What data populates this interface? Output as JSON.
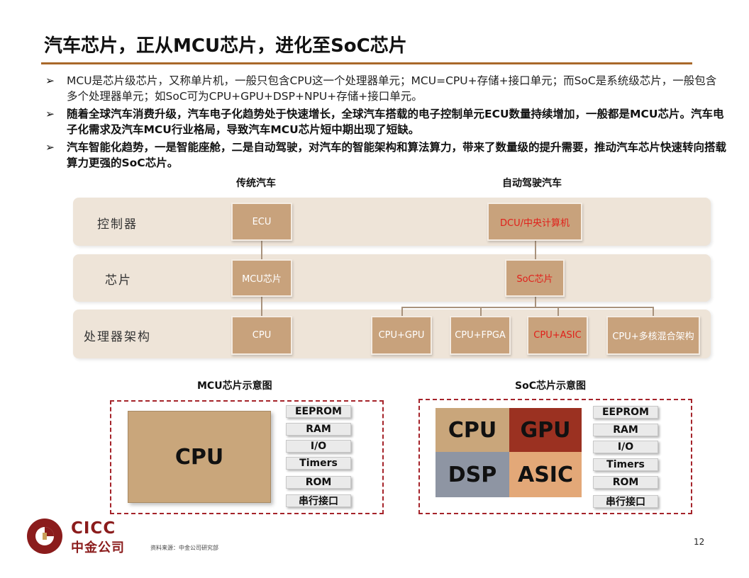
{
  "title": "汽车芯片，正从MCU芯片，进化至SoC芯片",
  "bullets": [
    {
      "arrow": "➢",
      "text": "MCU是芯片级芯片，又称单片机，一般只包含CPU这一个处理器单元；MCU=CPU+存储+接口单元；而SoC是系统级芯片，一般包含多个处理器单元；如SoC可为CPU+GPU+DSP+NPU+存储+接口单元。"
    },
    {
      "arrow": "➢",
      "text": "随着全球汽车消费升级，汽车电子化趋势处于快速增长，全球汽车搭载的电子控制单元ECU数量持续增加，一般都是MCU芯片。汽车电子化需求及汽车MCU行业格局，导致汽车MCU芯片短中期出现了短缺。"
    },
    {
      "arrow": "➢",
      "text": "汽车智能化趋势，一是智能座舱，二是自动驾驶，对汽车的智能架构和算法算力，带来了数量级的提升需要，推动汽车芯片快速转向搭载算力更强的SoC芯片。"
    }
  ],
  "diagram": {
    "col_traditional": "传统汽车",
    "col_autonomous": "自动驾驶汽车",
    "rows": {
      "controller": "控制器",
      "chip": "芯片",
      "arch": "处理器架构"
    },
    "traditional": {
      "controller": "ECU",
      "chip": "MCU芯片",
      "arch": "CPU"
    },
    "autonomous": {
      "controller": "DCU/中央计算机",
      "chip": "SoC芯片",
      "arch": [
        "CPU+GPU",
        "CPU+FPGA",
        "CPU+ASIC",
        "CPU+多核混合架构"
      ]
    }
  },
  "mcu_figure": {
    "title": "MCU芯片示意图",
    "core": "CPU",
    "modules": [
      "EEPROM",
      "RAM",
      "I/O",
      "Timers",
      "ROM",
      "串行接口"
    ]
  },
  "soc_figure": {
    "title": "SoC芯片示意图",
    "cores": [
      "CPU",
      "GPU",
      "DSP",
      "ASIC"
    ],
    "modules": [
      "EEPROM",
      "RAM",
      "I/O",
      "Timers",
      "ROM",
      "串行接口"
    ]
  },
  "footer": {
    "logo_en": "CICC",
    "logo_cn": "中金公司",
    "source": "资料来源：中金公司研究部",
    "page": "12"
  },
  "colors": {
    "accent_rule": "#a9682a",
    "node": "#c8a27c",
    "band": "#eee4d8",
    "highlight_text": "#e0201a",
    "dash_border": "#a5232a",
    "soc_cpu": "#c9a67b",
    "soc_gpu": "#9b3121",
    "soc_dsp": "#8e95a3",
    "soc_asic": "#e3a878",
    "logo": "#8b1c1c"
  }
}
